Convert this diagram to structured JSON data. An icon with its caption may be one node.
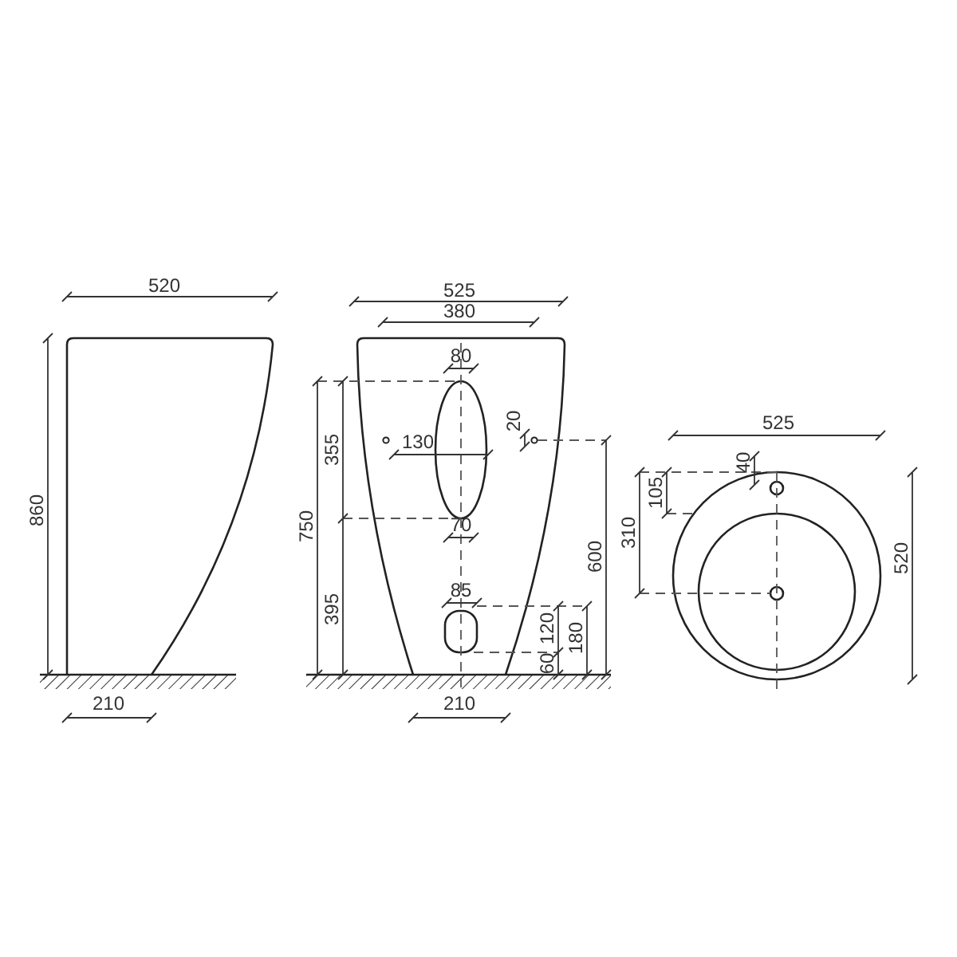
{
  "diagram": {
    "labels": [
      "520",
      "525",
      "380",
      "80",
      "355",
      "130",
      "20",
      "750",
      "70",
      "600",
      "525",
      "40",
      "105",
      "310",
      "520",
      "395",
      "85",
      "120",
      "180",
      "60",
      "860",
      "210",
      "210"
    ]
  }
}
